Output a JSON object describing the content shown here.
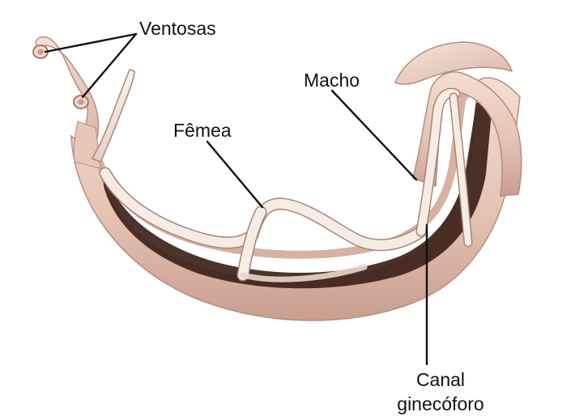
{
  "labels": {
    "ventosas": "Ventosas",
    "macho": "Macho",
    "femea": "Fêmea",
    "canal_line1": "Canal",
    "canal_line2": "ginecóforo"
  },
  "colors": {
    "male_body": "#e8c9bb",
    "male_shadow": "#b98f82",
    "male_dark": "#8c6256",
    "canal_interior": "#3a1f18",
    "female_body": "#f3e6dc",
    "female_outline": "#a78578",
    "leader_line": "#111111"
  }
}
